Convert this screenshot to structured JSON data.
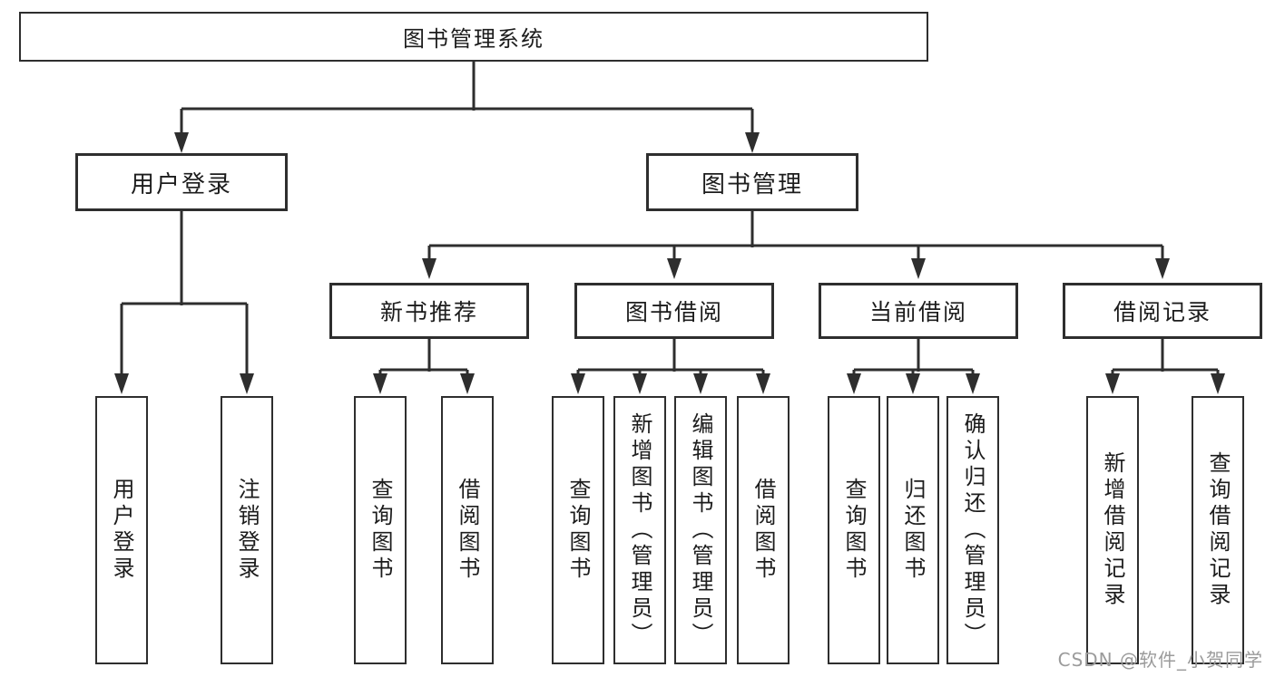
{
  "diagram": {
    "title": "图书管理系统",
    "level2": [
      {
        "label": "用户登录"
      },
      {
        "label": "图书管理"
      }
    ],
    "level3": [
      {
        "label": "新书推荐",
        "parent": "图书管理"
      },
      {
        "label": "图书借阅",
        "parent": "图书管理"
      },
      {
        "label": "当前借阅",
        "parent": "图书管理"
      },
      {
        "label": "借阅记录",
        "parent": "图书管理"
      }
    ],
    "leaves": [
      {
        "label": "用户登录",
        "parent": "用户登录"
      },
      {
        "label": "注销登录",
        "parent": "用户登录"
      },
      {
        "label": "查询图书",
        "parent": "新书推荐"
      },
      {
        "label": "借阅图书",
        "parent": "新书推荐"
      },
      {
        "label": "查询图书",
        "parent": "图书借阅"
      },
      {
        "label": "新增图书（管理员）",
        "parent": "图书借阅"
      },
      {
        "label": "编辑图书（管理员）",
        "parent": "图书借阅"
      },
      {
        "label": "借阅图书",
        "parent": "图书借阅"
      },
      {
        "label": "查询图书",
        "parent": "当前借阅"
      },
      {
        "label": "归还图书",
        "parent": "当前借阅"
      },
      {
        "label": "确认归还（管理员）",
        "parent": "当前借阅"
      },
      {
        "label": "新增借阅记录",
        "parent": "借阅记录"
      },
      {
        "label": "查询借阅记录",
        "parent": "借阅记录"
      }
    ]
  },
  "watermark": "CSDN @软件_小贺同学",
  "colors": {
    "line": "#2e2e2e",
    "text": "#1c1c1c",
    "watermark": "#9b9b9b",
    "background": "#ffffff"
  }
}
